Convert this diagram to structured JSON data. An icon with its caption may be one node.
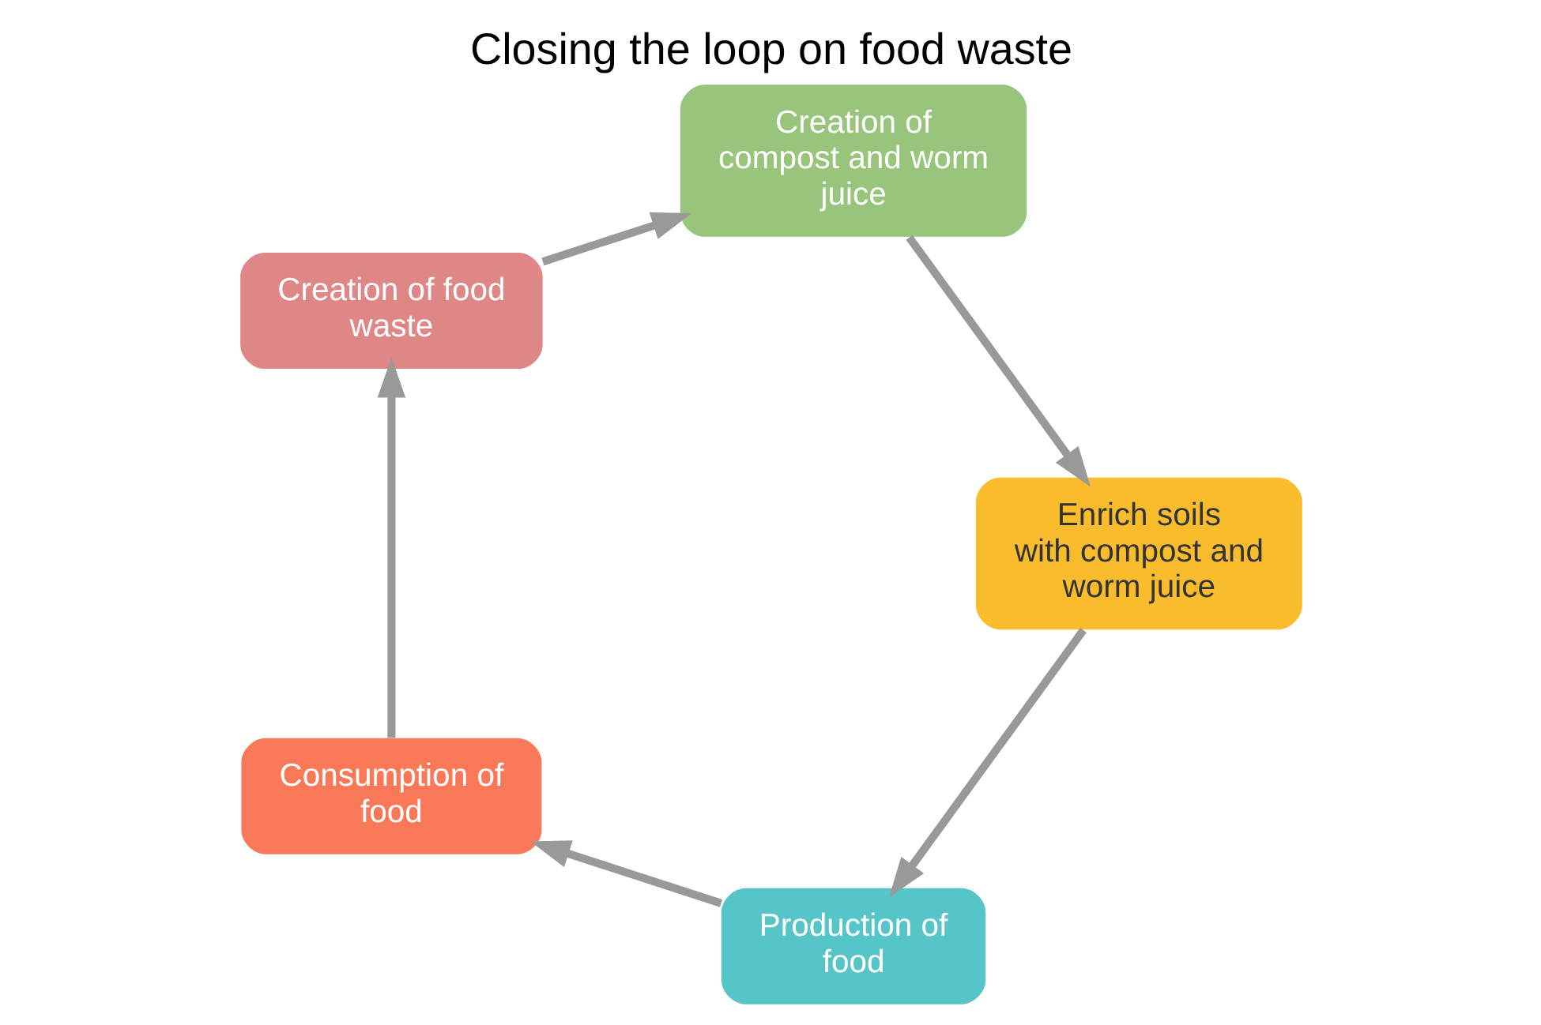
{
  "diagram": {
    "title": "Closing the loop on food waste",
    "nodes": [
      {
        "text": [
          "Production of food"
        ]
      },
      {
        "text": [
          "Consumption of food"
        ]
      },
      {
        "text": [
          "Creation of food waste"
        ]
      },
      {
        "text": [
          "Creation of compost and worm juice"
        ]
      },
      {
        "text": [
          "Enrich soils with compost and worm juice"
        ]
      }
    ],
    "edges": [
      {
        "from": 0,
        "to": 1,
        "arrow": "to"
      },
      {
        "from": 1,
        "to": 2,
        "arrow": "to"
      },
      {
        "from": 2,
        "to": 3,
        "arrow": "to"
      },
      {
        "from": 3,
        "to": 4,
        "arrow": "to"
      },
      {
        "from": 4,
        "to": 0,
        "arrow": "to"
      }
    ]
  }
}
